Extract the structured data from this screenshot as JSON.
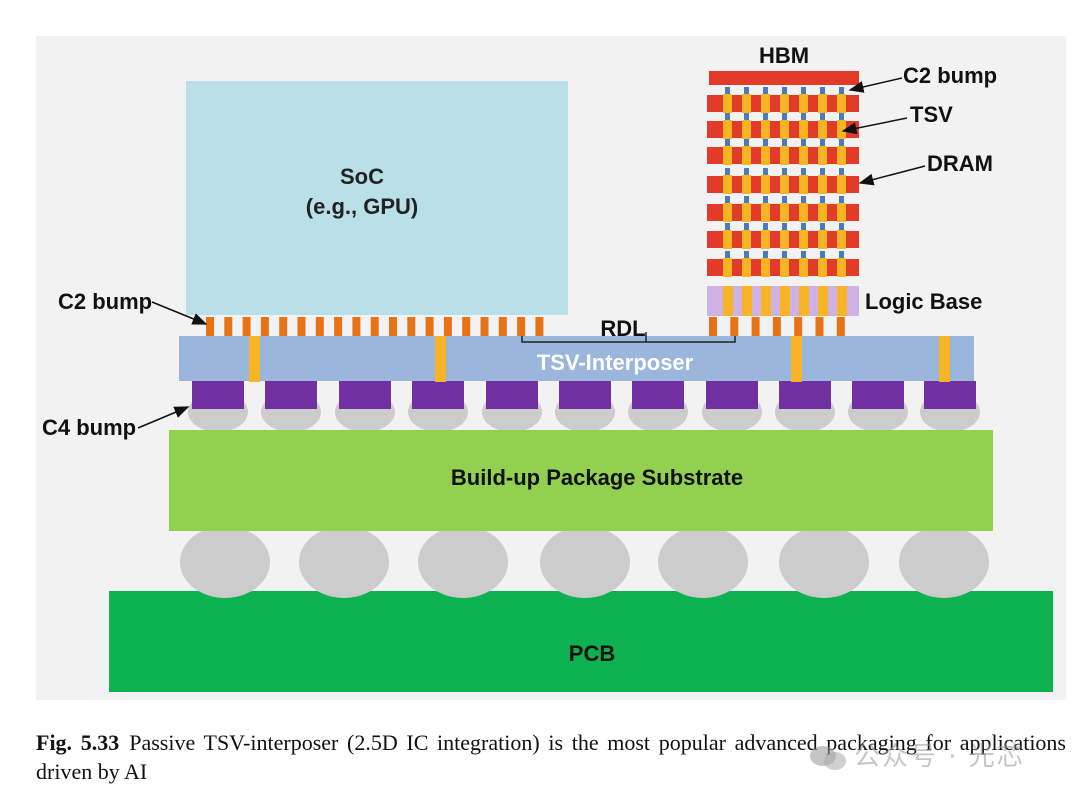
{
  "diagram": {
    "soc_label_line1": "SoC",
    "soc_label_line2": "(e.g., GPU)",
    "hbm_title": "HBM",
    "hbm_c2_bump_label": "C2 bump",
    "tsv_label": "TSV",
    "dram_label": "DRAM",
    "logic_base_label": "Logic Base",
    "soc_c2_bump_label": "C2 bump",
    "rdl_label": "RDL",
    "interposer_label": "TSV-Interposer",
    "c4_bump_label": "C4 bump",
    "substrate_label": "Build-up Package Substrate",
    "pcb_label": "PCB"
  },
  "colors": {
    "soc": "#b9dfe8",
    "dram_red": "#e23b2a",
    "tsv_yellow": "#f7b526",
    "tsv_blue": "#4a7bbf",
    "logic_base": "#cdb2e3",
    "c2_bump": "#e87317",
    "interposer": "#9bb6dc",
    "interposer_tsv": "#f7b526",
    "c4_pad": "#7030a0",
    "solder": "#cccccc",
    "substrate": "#92d050",
    "pcb": "#0eb150"
  },
  "caption": {
    "figure_number": "Fig. 5.33",
    "text": "Passive TSV-interposer (2.5D IC integration) is the most popular advanced packaging for applications driven by AI"
  },
  "watermark": {
    "text": "公众号 · 光芯"
  }
}
